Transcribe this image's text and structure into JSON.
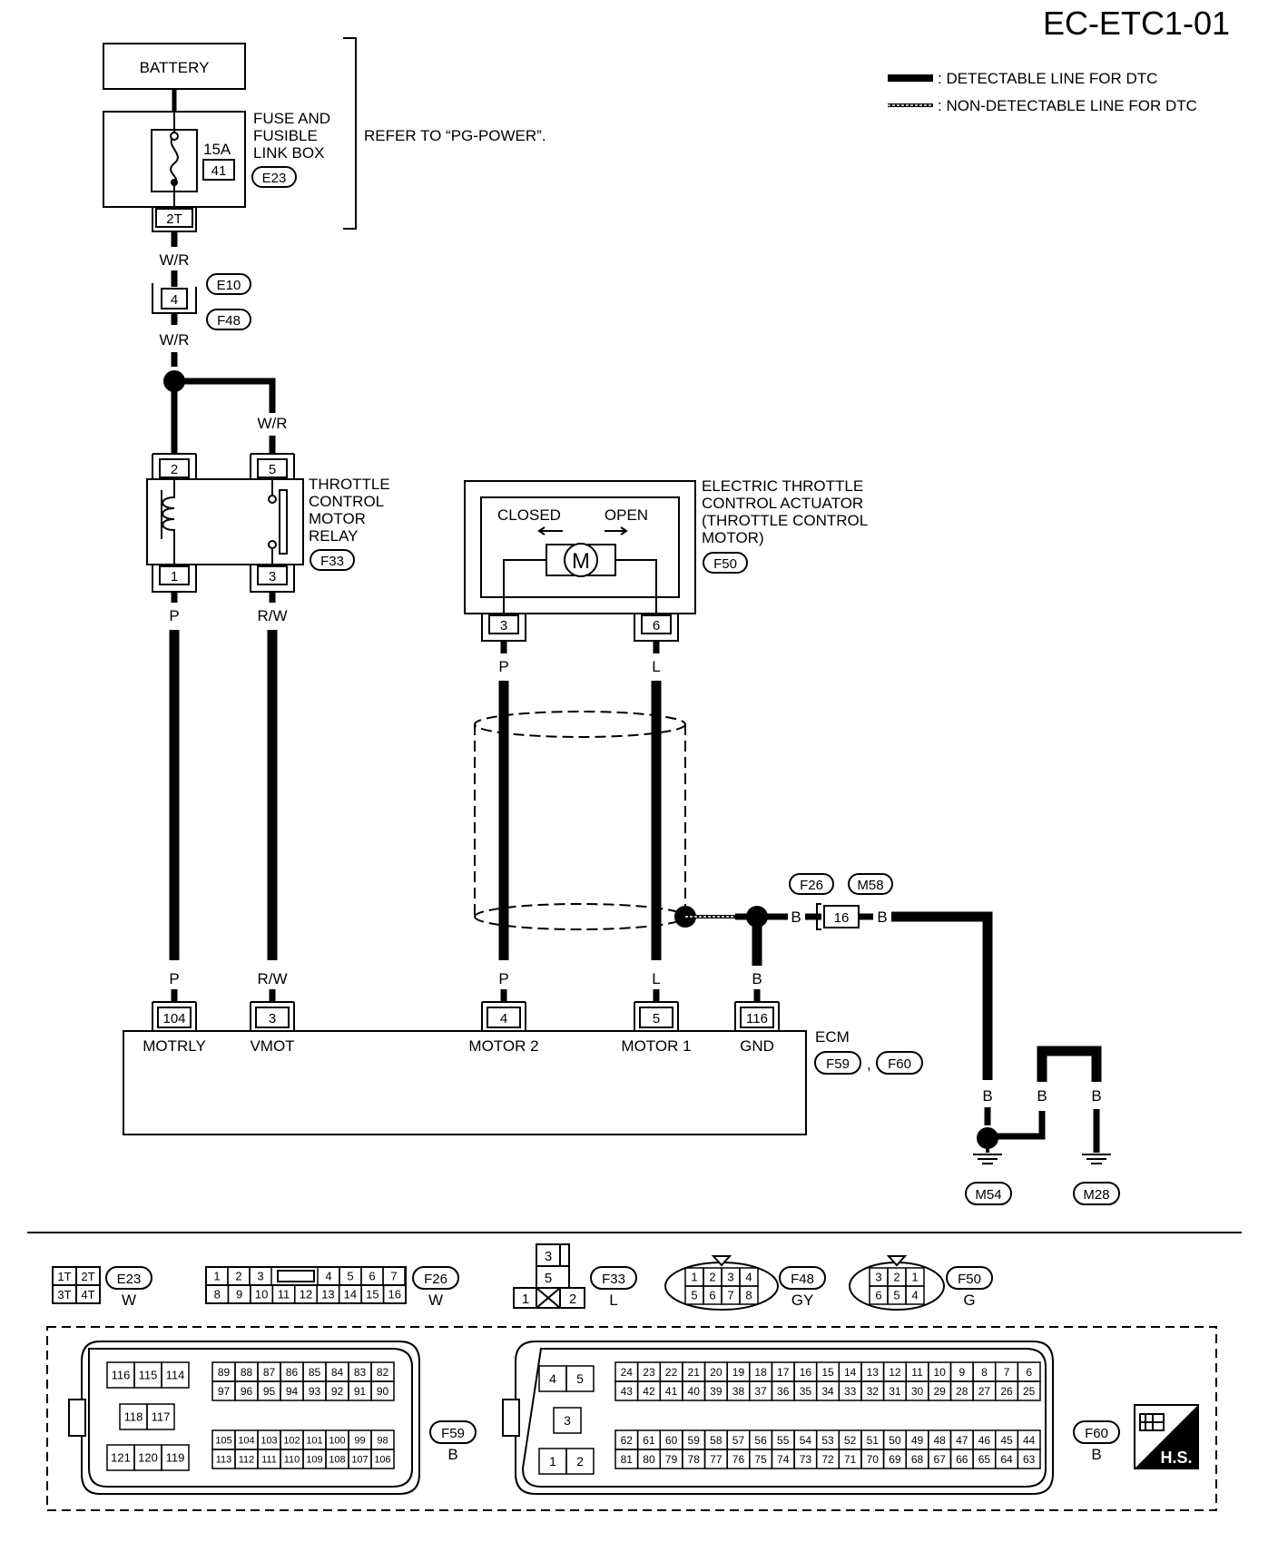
{
  "title": "EC-ETC1-01",
  "legend": {
    "detectable": ": DETECTABLE LINE FOR DTC",
    "nondetectable": ": NON-DETECTABLE LINE FOR DTC"
  },
  "battery": "BATTERY",
  "fuse_box": {
    "line1": "FUSE AND",
    "line2": "FUSIBLE",
    "line3": "LINK BOX",
    "rating": "15A",
    "fuse_no": "41",
    "connector": "E23",
    "terminal": "2T"
  },
  "refer_note": "REFER TO “PG-POWER”.",
  "joint_e10_f48": {
    "upper": "E10",
    "lower": "F48",
    "pin": "4"
  },
  "relay": {
    "line1": "THROTTLE",
    "line2": "CONTROL",
    "line3": "MOTOR",
    "line4": "RELAY",
    "connector": "F33",
    "pins": {
      "p2": "2",
      "p5": "5",
      "p1": "1",
      "p3": "3"
    }
  },
  "actuator": {
    "line1": "ELECTRIC THROTTLE",
    "line2": "CONTROL ACTUATOR",
    "line3": "(THROTTLE CONTROL",
    "line4": "MOTOR)",
    "connector": "F50",
    "closed": "CLOSED",
    "open": "OPEN",
    "motor_symbol": "M",
    "pins": {
      "p3": "3",
      "p6": "6"
    }
  },
  "wire_colors": {
    "wr1": "W/R",
    "wr2": "W/R",
    "wr3": "W/R",
    "p_relay_top": "P",
    "rw_relay_top": "R/W",
    "p_act_top": "P",
    "l_act_top": "L",
    "p_ecm": "P",
    "rw_ecm": "R/W",
    "p2_ecm": "P",
    "l_ecm": "L",
    "b_ecm": "B",
    "b_left": "B",
    "b_right": "B",
    "b_g1": "B",
    "b_g2": "B",
    "b_g3": "B"
  },
  "joint_f26_m58": {
    "left": "F26",
    "right": "M58",
    "pin": "16"
  },
  "ecm": {
    "label": "ECM",
    "connector1": "F59",
    "connector2": "F60",
    "sep": ",",
    "terminals": [
      {
        "pin": "104",
        "name": "MOTRLY"
      },
      {
        "pin": "3",
        "name": "VMOT"
      },
      {
        "pin": "4",
        "name": "MOTOR 2"
      },
      {
        "pin": "5",
        "name": "MOTOR 1"
      },
      {
        "pin": "116",
        "name": "GND"
      }
    ]
  },
  "grounds": {
    "g1": "M54",
    "g2": "M28"
  },
  "connector_views": {
    "e23": {
      "id": "E23",
      "color": "W",
      "pins": [
        "1T",
        "2T",
        "3T",
        "4T"
      ]
    },
    "f26": {
      "id": "F26",
      "color": "W",
      "row1": [
        "1",
        "2",
        "3",
        "4",
        "5",
        "6",
        "7"
      ],
      "row2": [
        "8",
        "9",
        "10",
        "11",
        "12",
        "13",
        "14",
        "15",
        "16"
      ]
    },
    "f33": {
      "id": "F33",
      "color": "L",
      "pins": [
        "3",
        "5",
        "1",
        "2"
      ]
    },
    "f48": {
      "id": "F48",
      "color": "GY",
      "row1": [
        "1",
        "2",
        "3",
        "4"
      ],
      "row2": [
        "5",
        "6",
        "7",
        "8"
      ]
    },
    "f50": {
      "id": "F50",
      "color": "G",
      "row1": [
        "3",
        "2",
        "1"
      ],
      "row2": [
        "6",
        "5",
        "4"
      ]
    },
    "f59": {
      "id": "F59",
      "color": "B",
      "g1a": [
        "116",
        "115",
        "114"
      ],
      "g1b": [
        "118",
        "117"
      ],
      "g1c": [
        "121",
        "120",
        "119"
      ],
      "r1": [
        "89",
        "88",
        "87",
        "86",
        "85",
        "84",
        "83",
        "82"
      ],
      "r2": [
        "97",
        "96",
        "95",
        "94",
        "93",
        "92",
        "91",
        "90"
      ],
      "r3": [
        "105",
        "104",
        "103",
        "102",
        "101",
        "100",
        "99",
        "98"
      ],
      "r4": [
        "113",
        "112",
        "111",
        "110",
        "109",
        "108",
        "107",
        "106"
      ]
    },
    "f60": {
      "id": "F60",
      "color": "B",
      "g1a": [
        "4",
        "5"
      ],
      "g1b": [
        "3"
      ],
      "g1c": [
        "1",
        "2"
      ],
      "r1": [
        "24",
        "23",
        "22",
        "21",
        "20",
        "19",
        "18",
        "17",
        "16",
        "15",
        "14",
        "13",
        "12",
        "11",
        "10",
        "9",
        "8",
        "7",
        "6"
      ],
      "r2": [
        "43",
        "42",
        "41",
        "40",
        "39",
        "38",
        "37",
        "36",
        "35",
        "34",
        "33",
        "32",
        "31",
        "30",
        "29",
        "28",
        "27",
        "26",
        "25"
      ],
      "r3": [
        "62",
        "61",
        "60",
        "59",
        "58",
        "57",
        "56",
        "55",
        "54",
        "53",
        "52",
        "51",
        "50",
        "49",
        "48",
        "47",
        "46",
        "45",
        "44"
      ],
      "r4": [
        "81",
        "80",
        "79",
        "78",
        "77",
        "76",
        "75",
        "74",
        "73",
        "72",
        "71",
        "70",
        "69",
        "68",
        "67",
        "66",
        "65",
        "64",
        "63"
      ]
    }
  },
  "hs_badge": "H.S."
}
